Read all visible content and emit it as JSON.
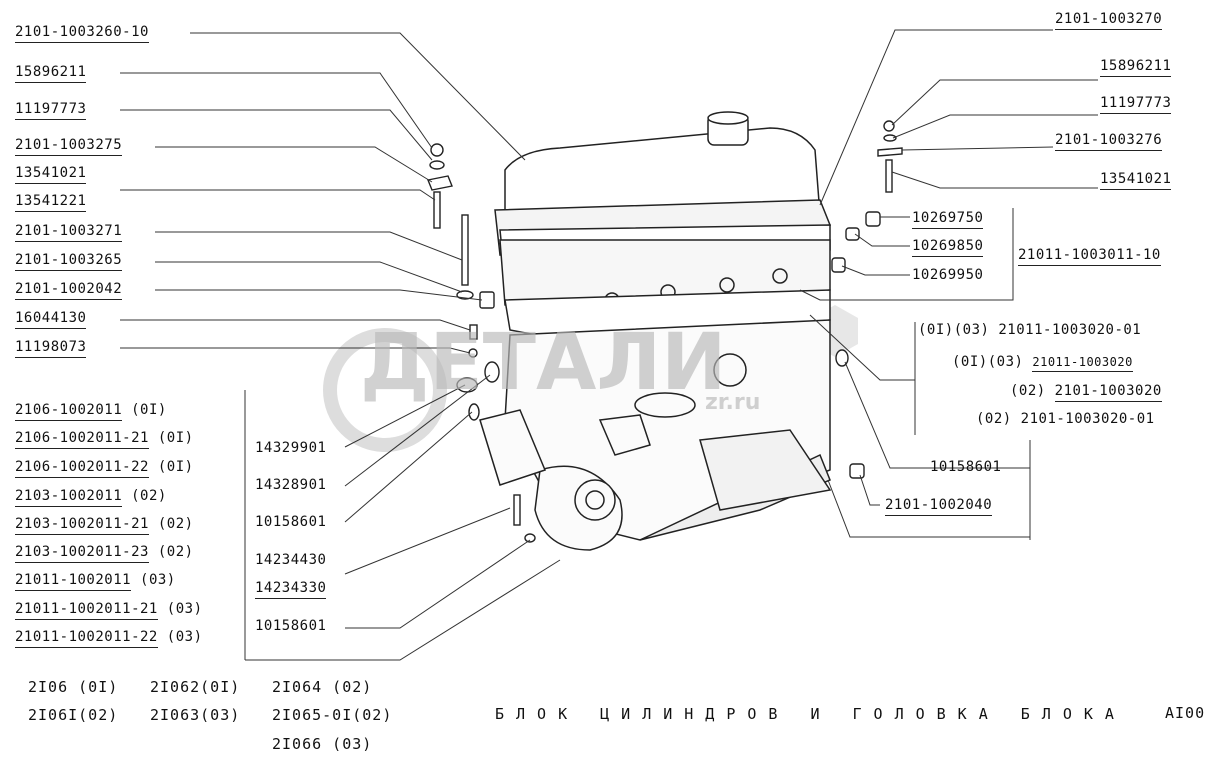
{
  "title": "БЛОК ЦИЛИНДРОВ И ГОЛОВКА БЛОКА",
  "page_code": "AI00",
  "watermark": {
    "main": "ДЕТАЛИ",
    "sub": "zr.ru"
  },
  "left_labels": [
    "2101-1003260-10",
    "15896211",
    "11197773",
    "2101-1003275",
    "13541021",
    "13541221",
    "2101-1003271",
    "2101-1003265",
    "2101-1002042",
    "16044130",
    "11198073"
  ],
  "block_labels": [
    {
      "part": "2106-1002011",
      "variant": "(0I)"
    },
    {
      "part": "2106-1002011-21",
      "variant": "(0I)"
    },
    {
      "part": "2106-1002011-22",
      "variant": "(0I)"
    },
    {
      "part": "2103-1002011",
      "variant": "(02)"
    },
    {
      "part": "2103-1002011-21",
      "variant": "(02)"
    },
    {
      "part": "2103-1002011-23",
      "variant": "(02)"
    },
    {
      "part": "21011-1002011",
      "variant": "(03)"
    },
    {
      "part": "21011-1002011-21",
      "variant": "(03)"
    },
    {
      "part": "21011-1002011-22",
      "variant": "(03)"
    }
  ],
  "mid_labels": [
    "14329901",
    "14328901",
    "10158601",
    "14234430",
    "14234330",
    "10158601"
  ],
  "right_labels": [
    "2101-1003270",
    "15896211",
    "11197773",
    "2101-1003276",
    "13541021"
  ],
  "caps": [
    "10269750",
    "10269850",
    "10269950"
  ],
  "head_assembly": "21011-1003011-10",
  "head_variants": [
    {
      "variant": "(0I)(03)",
      "part": "21011-1003020-01"
    },
    {
      "variant": "(0I)(03)",
      "part": "21011-1003020"
    },
    {
      "variant": "(02)",
      "part": "2101-1003020"
    },
    {
      "variant": "(02)",
      "part": "2101-1003020-01"
    }
  ],
  "right_lower": [
    "10158601",
    "2101-1002040"
  ],
  "models": [
    [
      "2I06 (0I)",
      "2I062(0I)",
      "2I064 (02)"
    ],
    [
      "2I06I(02)",
      "2I063(03)",
      "2I065-0I(02)"
    ],
    [
      "",
      "",
      "2I066 (03)"
    ]
  ]
}
